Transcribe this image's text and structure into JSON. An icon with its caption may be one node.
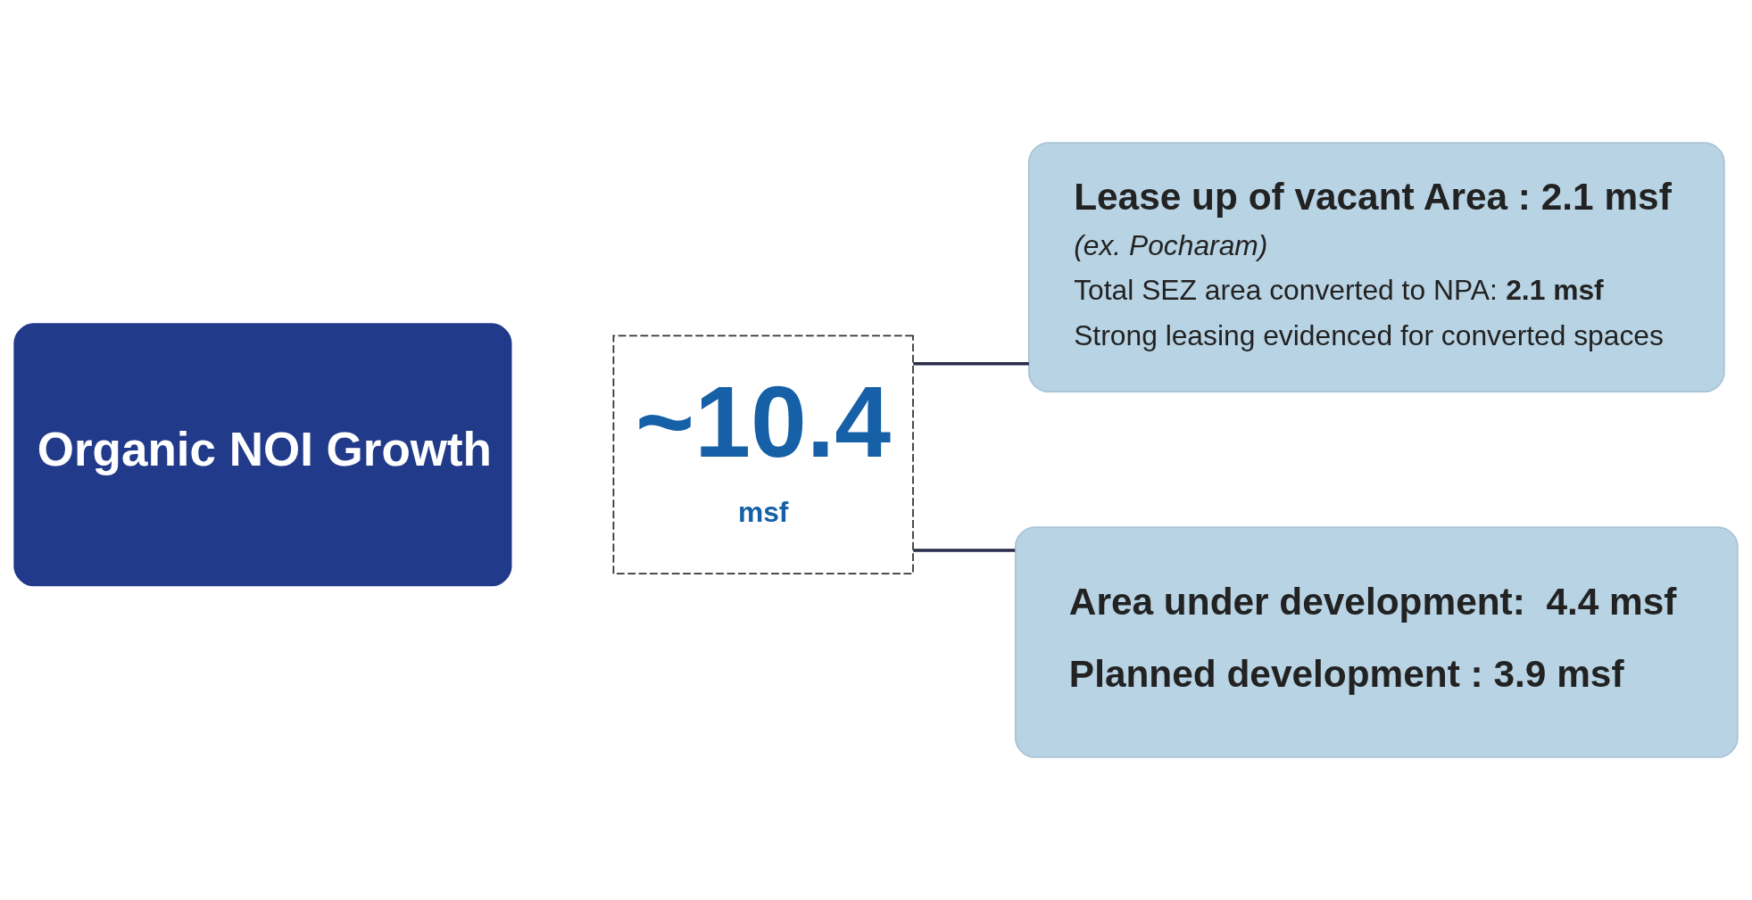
{
  "diagram": {
    "nodes": [
      {
        "text": [
          "Organic NOI Growth"
        ]
      },
      {
        "text": [
          "~10.4",
          "msf"
        ]
      },
      {
        "text": [
          "Lease up of vacant Area : 2.1 msf",
          "(ex. Pocharam)",
          "Total SEZ area converted to NPA: **2.1 msf**",
          "Strong leasing evidenced for converted spaces"
        ]
      },
      {
        "text": [
          "Area under development:  4.4 msf",
          "Planned development : 3.9 msf"
        ]
      }
    ],
    "edges": [
      {
        "from": 1,
        "to": 2,
        "arrow": "none"
      },
      {
        "from": 1,
        "to": 3,
        "arrow": "none"
      }
    ]
  }
}
